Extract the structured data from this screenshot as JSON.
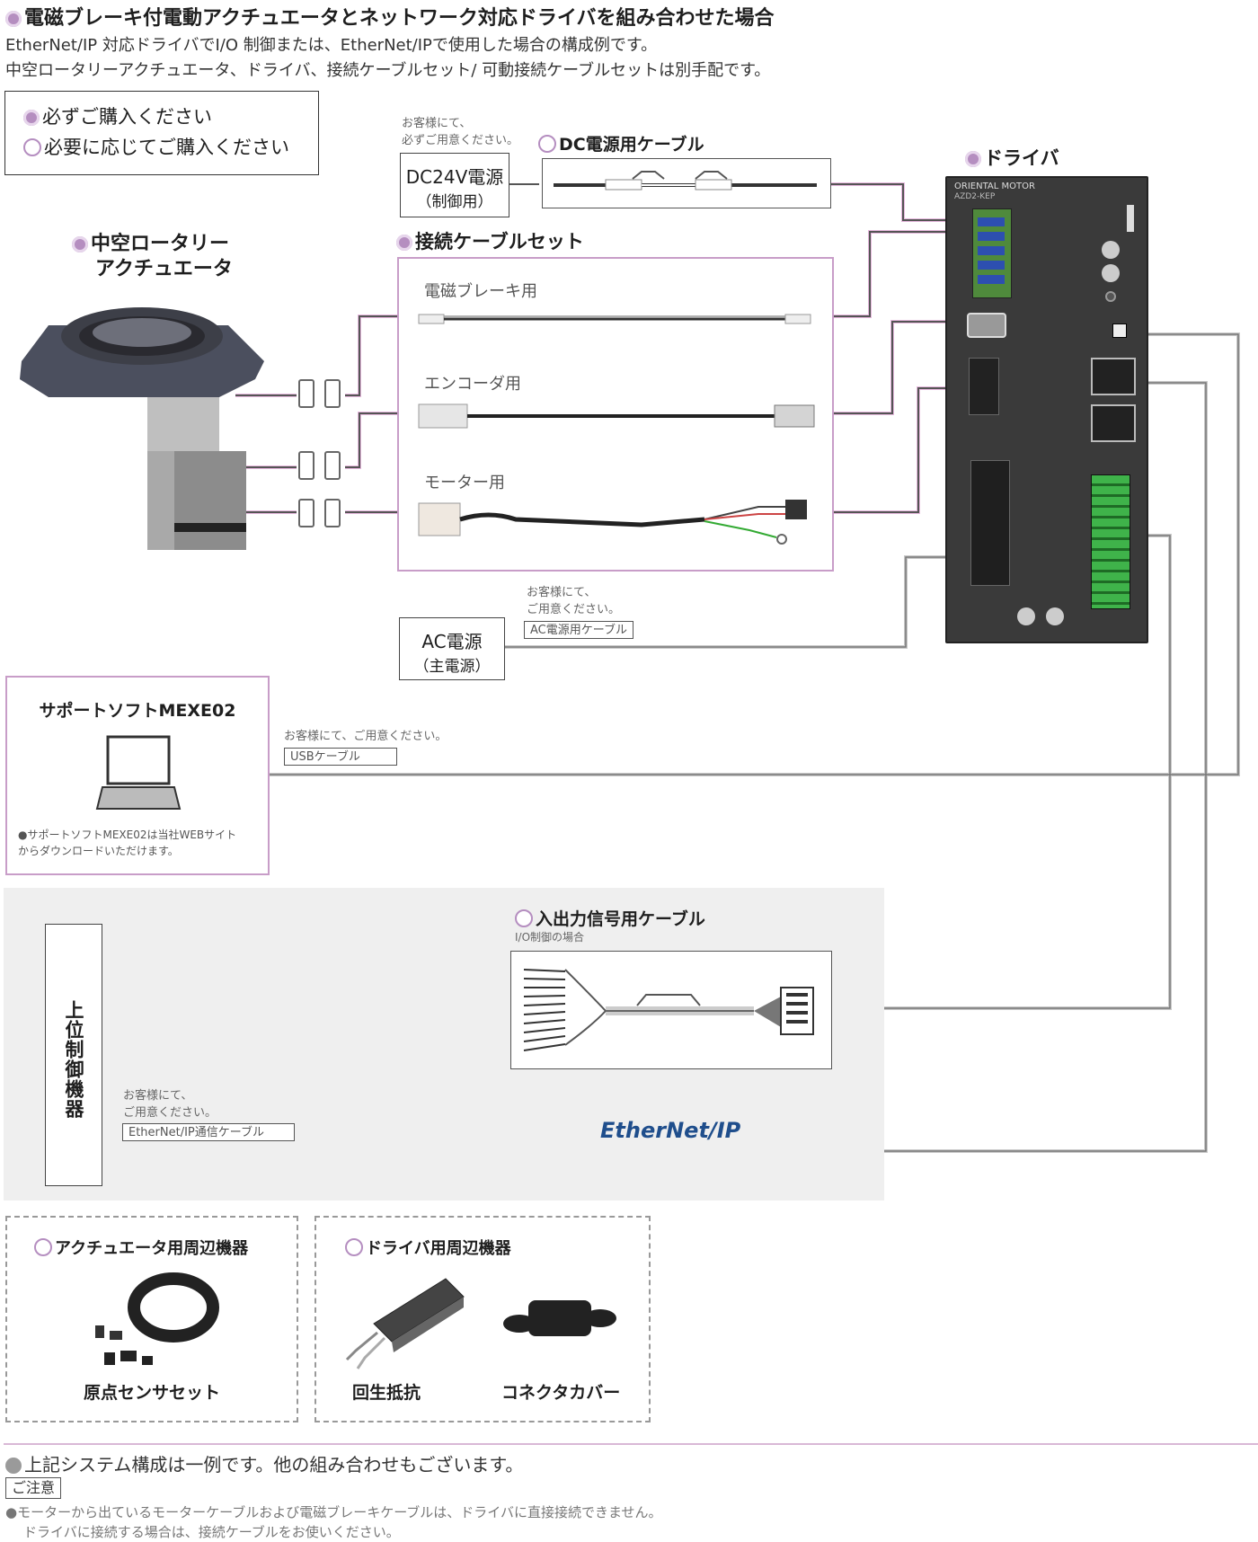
{
  "header": {
    "title": "電磁ブレーキ付電動アクチュエータとネットワーク対応ドライバを組み合わせた場合",
    "line1": "EtherNet/IP 対応ドライバでI/O 制御または、EtherNet/IPで使用した場合の構成例です。",
    "line2": "中空ロータリーアクチュエータ、ドライバ、接続ケーブルセット/ 可動接続ケーブルセットは別手配です。"
  },
  "legend": {
    "required": "必ずご購入ください",
    "optional": "必要に応じてご購入ください"
  },
  "actuator": {
    "line1": "中空ロータリー",
    "line2": "アクチュエータ"
  },
  "dc_power": {
    "note1": "お客様にて、",
    "note2": "必ずご用意ください。",
    "label1": "DC24V電源",
    "label2": "（制御用）",
    "cable_title": "DC電源用ケーブル"
  },
  "driver": {
    "title": "ドライバ",
    "brand": "ORIENTAL MOTOR",
    "model": "AZD2-KEP"
  },
  "cable_set": {
    "title": "接続ケーブルセット",
    "brake": "電磁ブレーキ用",
    "encoder": "エンコーダ用",
    "motor": "モーター用"
  },
  "ac_power": {
    "note1": "お客様にて、",
    "note2": "ご用意ください。",
    "cable_label": "AC電源用ケーブル",
    "label1": "AC電源",
    "label2": "（主電源）"
  },
  "software": {
    "title": "サポートソフトMEXE02",
    "note1": "●サポートソフトMEXE02は当社WEBサイト",
    "note2": "からダウンロードいただけます。",
    "usb_note": "お客様にて、ご用意ください。",
    "usb_label": "USBケーブル"
  },
  "host": {
    "label": "上位制御機器",
    "io_title": "入出力信号用ケーブル",
    "io_sub": "I/O制御の場合",
    "net_note1": "お客様にて、",
    "net_note2": "ご用意ください。",
    "net_label": "EtherNet/IP通信ケーブル",
    "logo_a": "Ether",
    "logo_b": "Net",
    "logo_c": "/IP"
  },
  "peripherals": {
    "actuator_title": "アクチュエータ用周辺機器",
    "home_sensor": "原点センサセット",
    "driver_title": "ドライバ用周辺機器",
    "regen": "回生抵抗",
    "connector_cover": "コネクタカバー"
  },
  "footer": {
    "note": "上記システム構成は一例です。他の組み合わせもございます。",
    "caution_label": "ご注意",
    "caution1": "●モーターから出ているモーターケーブルおよび電磁ブレーキケーブルは、ドライバに直接接続できません。",
    "caution2": "ドライバに接続する場合は、接続ケーブルをお使いください。"
  },
  "colors": {
    "accent": "#b58ec0",
    "pink_line": "#e6b8dd",
    "gray_line": "#b5b5b5",
    "driver_body": "#3a3a3a",
    "host_bg": "#efefef",
    "logo_blue": "#1f4e8c"
  }
}
